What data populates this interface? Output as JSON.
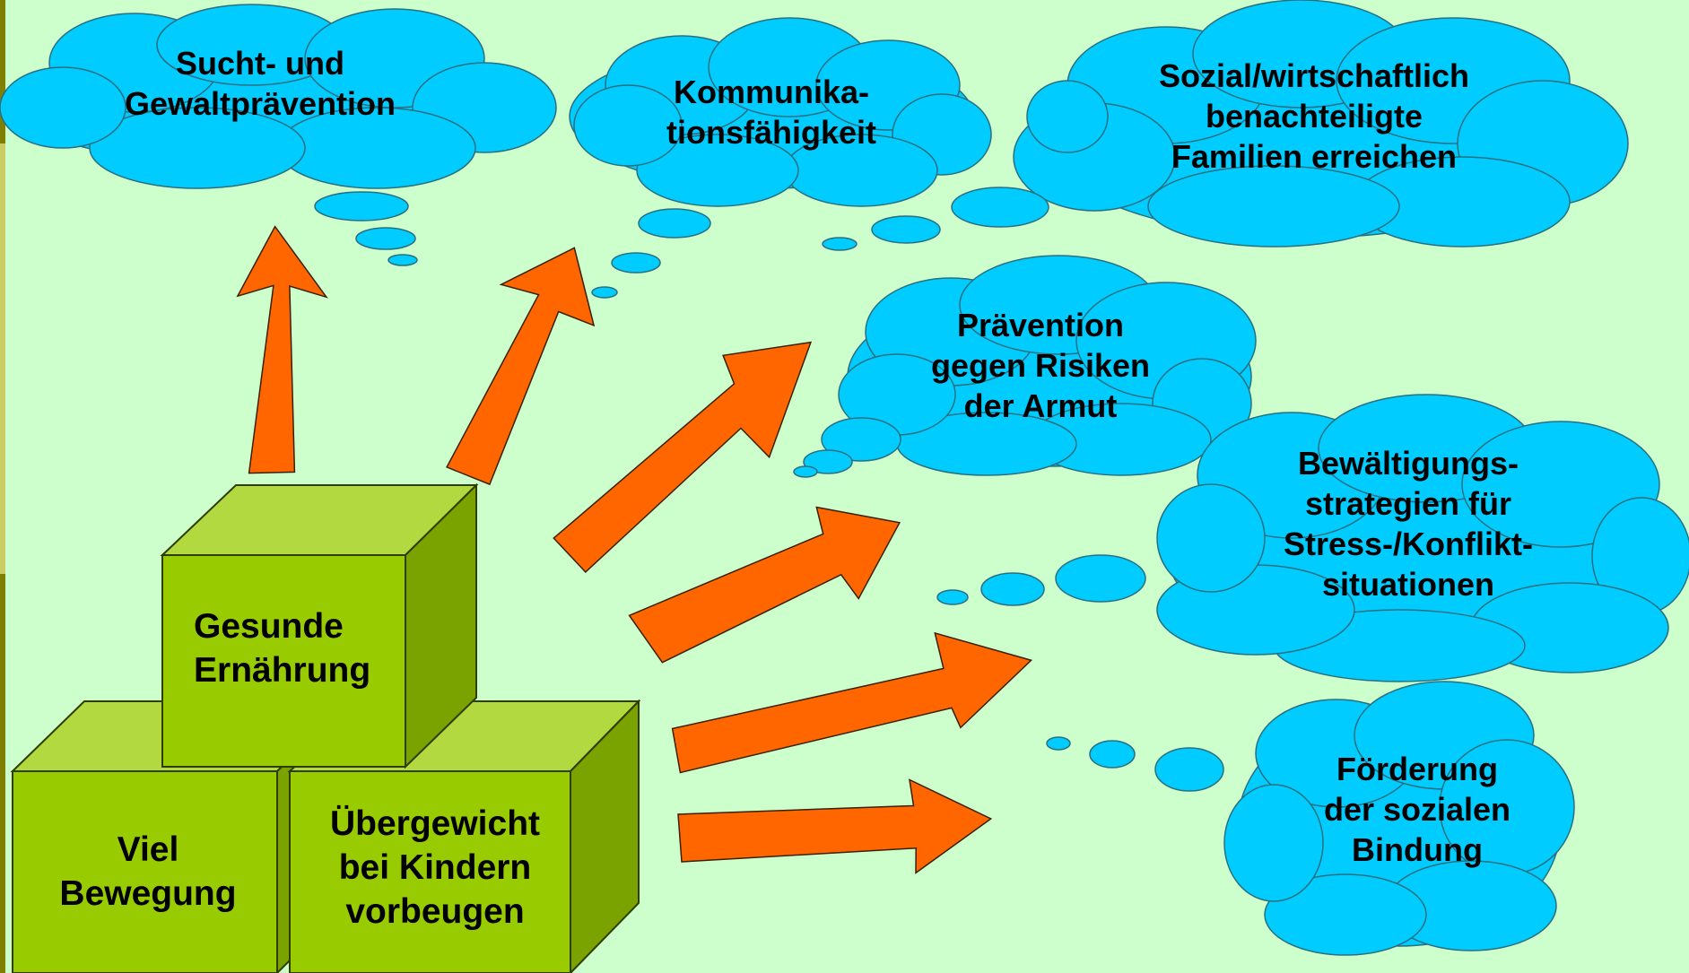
{
  "colors": {
    "background": "#ccffcc",
    "cloud": "#00ccff",
    "arrow": "#ff6600",
    "cube_front": "#99cc00",
    "cube_top": "#b3d940",
    "cube_side": "#7aa300",
    "left_band": "#808000"
  },
  "clouds": [
    {
      "id": "sucht",
      "label": "Sucht- und\nGewaltprävention"
    },
    {
      "id": "kommunikation",
      "label": "Kommunika-\ntionsfähigkeit"
    },
    {
      "id": "sozial",
      "label": "Sozial/wirtschaftlich\nbenachteiligte\nFamilien erreichen"
    },
    {
      "id": "armut",
      "label": "Prävention\ngegen Risiken\nder Armut"
    },
    {
      "id": "stress",
      "label": "Bewältigungs-\nstrategien für\nStress-/Konflikt-\nsituationen"
    },
    {
      "id": "bindung",
      "label": "Förderung\nder sozialen\nBindung"
    }
  ],
  "cubes": [
    {
      "id": "ernaehrung",
      "label": "Gesunde\nErnährung"
    },
    {
      "id": "bewegung",
      "label": "Viel\nBewegung"
    },
    {
      "id": "uebergewicht",
      "label": "Übergewicht\nbei Kindern\nvorbeugen"
    }
  ]
}
